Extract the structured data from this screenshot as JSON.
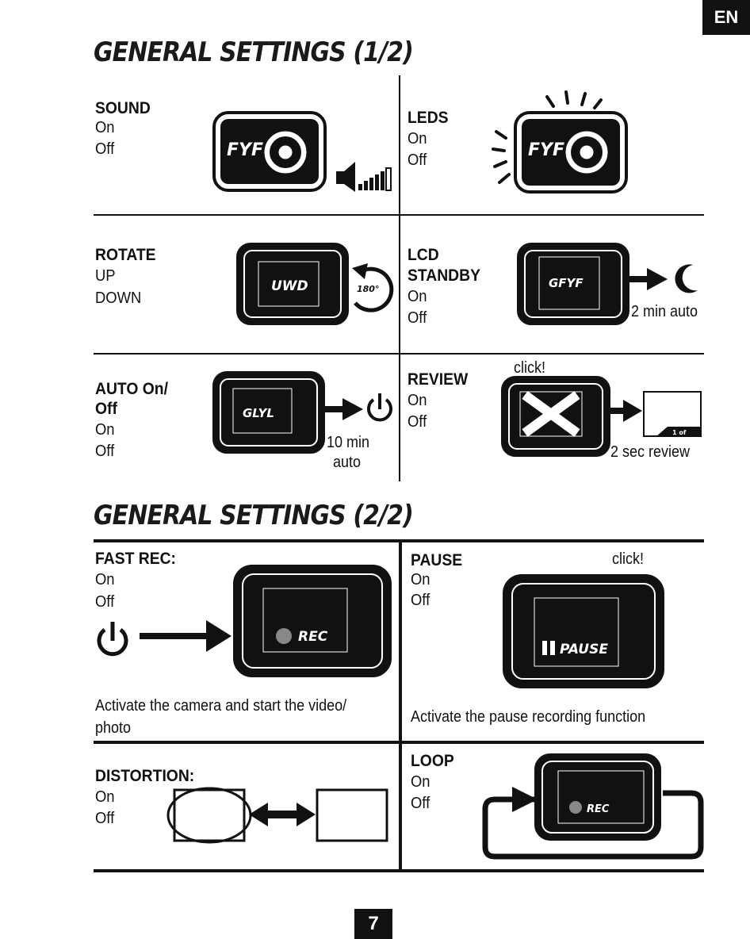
{
  "lang": "EN",
  "section1": {
    "title": "GENERAL SETTINGS (1/2)",
    "sound": {
      "heading": "SOUND",
      "options": [
        "On",
        "Off"
      ],
      "logo": "FYF"
    },
    "leds": {
      "heading": "LEDS",
      "options": [
        "On",
        "Off"
      ],
      "logo": "FYF"
    },
    "rotate": {
      "heading": "ROTATE",
      "options": [
        "UP",
        "DOWN"
      ],
      "screen": "UWD",
      "badge": "180°"
    },
    "lcd_standby": {
      "heading_line1": "LCD",
      "heading_line2": "STANDBY",
      "options": [
        "On",
        "Off"
      ],
      "screen": "GFYF",
      "note": "2 min auto"
    },
    "auto_off": {
      "heading_line1": "AUTO On/",
      "heading_line2": "Off",
      "options": [
        "On",
        "Off"
      ],
      "screen": "GLYL",
      "note_line1": "10 min",
      "note_line2": "auto"
    },
    "review": {
      "heading": "REVIEW",
      "options": [
        "On",
        "Off"
      ],
      "click": "click!",
      "note": "2 sec review",
      "thumb_label": "1 of"
    }
  },
  "section2": {
    "title": "GENERAL SETTINGS (2/2)",
    "fast_rec": {
      "heading": "FAST REC:",
      "options": [
        "On",
        "Off"
      ],
      "screen": "REC",
      "caption": "Activate the camera and start the video/ photo"
    },
    "pause": {
      "heading": "PAUSE",
      "options": [
        "On",
        "Off"
      ],
      "click": "click!",
      "screen": "PAUSE",
      "caption": "Activate the pause recording function"
    },
    "distortion": {
      "heading": "DISTORTION:",
      "options": [
        "On",
        "Off"
      ]
    },
    "loop": {
      "heading": "LOOP",
      "options": [
        "On",
        "Off"
      ],
      "screen": "REC"
    }
  },
  "page_number": "7"
}
